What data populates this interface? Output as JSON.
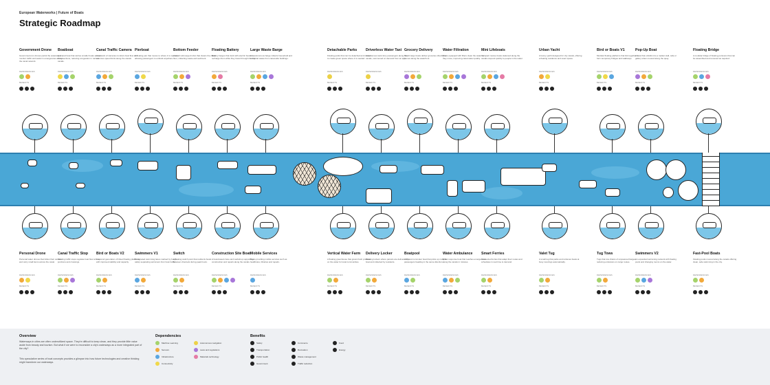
{
  "header": {
    "breadcrumb": "European Waterworks | Future of Boats",
    "title": "Strategic Roadmap"
  },
  "deps_label": "DEPENDENCIES",
  "benefits_label": "BENEFITS",
  "colors": {
    "ml": "#a5d36b",
    "sensors": "#f2a93b",
    "infra": "#5aa6e0",
    "connectivity": "#f0d84a",
    "nav": "#ecd147",
    "law": "#a877d9",
    "materials": "#e57ba5",
    "canal": "#4aa7d6",
    "circle_water": "#7cc6e8"
  },
  "top_concepts": [
    {
      "title": "Government Drone",
      "text": "Government-run drones patrol the waterways, monitor traffic and assist in emergencies across the canal network.",
      "deps": [
        "ml",
        "sensors"
      ]
    },
    {
      "title": "Boatboat",
      "text": "A shared boat that carries smaller boats across busy sections, reducing congestion in narrow canals.",
      "deps": [
        "connectivity",
        "infra",
        "ml"
      ]
    },
    {
      "title": "Canal Traffic Camera",
      "text": "A network of cameras monitors boat flow and enforces speed limits along the canals.",
      "deps": [
        "infra",
        "sensors",
        "ml"
      ]
    },
    {
      "title": "Pierboat",
      "text": "A floating pier that moves to where it is needed, allowing passengers to embark anywhere.",
      "deps": [
        "infra",
        "connectivity"
      ]
    },
    {
      "title": "Bottom Feeder",
      "text": "A small submerged robot that cleans the canal floor, collecting waste and sediment.",
      "deps": [
        "ml",
        "sensors",
        "law"
      ]
    },
    {
      "title": "Floating Battery",
      "text": "Battery barges that dock with electric boats to recharge them while they travel through the city.",
      "deps": [
        "sensors",
        "materials"
      ]
    },
    {
      "title": "Large Waste Barge",
      "text": "An autonomous barge collects household and industrial waste from canal-side buildings.",
      "deps": [
        "ml",
        "sensors",
        "infra",
        "law"
      ]
    },
    {
      "title": "Detachable Parks",
      "text": "Floating parks that can be detached and moved to create green space where it is needed.",
      "deps": [
        "nav"
      ]
    },
    {
      "title": "Driverless Water Taxi",
      "text": "Autonomous taxis ferry passengers along the canals, summoned on demand from an app.",
      "deps": [
        "nav"
      ]
    },
    {
      "title": "Grocery Delivery",
      "text": "Small cargo boats deliver groceries directly to homes along the waterfront.",
      "deps": [
        "law",
        "sensors",
        "ml"
      ]
    },
    {
      "title": "Water Filtration",
      "text": "Boats equipped with filters clean the water as they move, improving canal water quality.",
      "deps": [
        "ml",
        "sensors",
        "infra",
        "law"
      ]
    },
    {
      "title": "Mini Lifeboats",
      "text": "Compact rescue boats stationed along the canals respond quickly to people in the water.",
      "deps": [
        "ml",
        "sensors",
        "infra",
        "materials"
      ]
    },
    {
      "title": "Urban Yacht",
      "text": "A luxury yacht designed for city canals, offering a floating residence and event space.",
      "deps": [
        "sensors",
        "connectivity"
      ]
    },
    {
      "title": "Bird or Boats V1",
      "text": "Modular floating platforms that link together to form temporary bridges and walkways.",
      "deps": [
        "ml",
        "connectivity",
        "infra"
      ]
    },
    {
      "title": "Pop-Up Boat",
      "text": "A boat that unfolds into a market stall, cafe or gallery when moored along the quay.",
      "deps": [
        "law",
        "sensors",
        "ml"
      ]
    },
    {
      "title": "Floating Bridge",
      "text": "A modular bridge of floating pontoons that can be assembled and removed as required.",
      "deps": [
        "ml",
        "infra",
        "materials"
      ]
    }
  ],
  "bottom_concepts": [
    {
      "title": "Personal Drone",
      "text": "Personal water drones that follow their owners and carry small items across the canal.",
      "deps": [
        "sensors",
        "connectivity"
      ]
    },
    {
      "title": "Canal Traffic Stop",
      "text": "Floating traffic stops regulate boat flow at busy junctions and crossings.",
      "deps": [
        "ml",
        "sensors",
        "law"
      ]
    },
    {
      "title": "Bird or Boats V2",
      "text": "A second generation of linked floating platforms with improved stability and capacity.",
      "deps": [
        "ml",
        "sensors"
      ]
    },
    {
      "title": "Swimmers V1",
      "text": "Designated swimming lanes marked by buoys, safely separating swimmers from boat traffic.",
      "deps": [
        "infra",
        "sensors"
      ]
    },
    {
      "title": "Switch",
      "text": "A floating switch point that redirects boats between channels during peak hours.",
      "deps": [
        "ml",
        "sensors"
      ]
    },
    {
      "title": "Construction Site Boat",
      "text": "A boat-based crane and workshop supporting construction and repairs along the canals.",
      "deps": [
        "ml",
        "sensors",
        "infra",
        "law"
      ]
    },
    {
      "title": "Mobile Services",
      "text": "Boats providing mobile services such as healthcare, libraries and repairs.",
      "deps": [
        "infra"
      ]
    },
    {
      "title": "Vertical Water Farm",
      "text": "A floating greenhouse that grows fresh produce on the water for local communities.",
      "deps": [
        "ml",
        "sensors"
      ]
    },
    {
      "title": "Delivery Locker",
      "text": "Floating lockers where parcels are delivered by boat and collected by residents.",
      "deps": [
        "ml",
        "sensors"
      ]
    },
    {
      "title": "Boatpool",
      "text": "A shared commuter boat that picks up multiple passengers heading in the same direction.",
      "deps": [
        "infra",
        "ml"
      ]
    },
    {
      "title": "Water Ambulance",
      "text": "A fast response boat that reaches emergencies along the canals in minutes.",
      "deps": [
        "infra",
        "sensors",
        "ml"
      ]
    },
    {
      "title": "Smart Ferries",
      "text": "Connected ferries that adapt their routes and schedules in real time to demand.",
      "deps": [
        "ml",
        "sensors"
      ]
    },
    {
      "title": "Valet Tug",
      "text": "A small tug that parks and retrieves boats at busy moorings automatically.",
      "deps": [
        "ml",
        "sensors"
      ]
    },
    {
      "title": "Tug Tows",
      "text": "Tugs that tow chains of unpowered barges, reducing emissions on cargo routes.",
      "deps": [
        "ml",
        "sensors"
      ]
    },
    {
      "title": "Swimmers V2",
      "text": "An expanded swimming network with floating pools and changing rooms on the water.",
      "deps": [
        "ml",
        "infra",
        "law"
      ]
    },
    {
      "title": "Fast-Pool Boats",
      "text": "Floating pools moored along the canals offering clean, safe swimming in the city.",
      "deps": [
        "ml",
        "sensors"
      ]
    }
  ],
  "overview": {
    "title": "Overview",
    "p1": "Waterways in cities are often underutilized space. They're difficult to keep clean, and they provide little value aside from beauty and tourism. But what if we were to reconsider a city's waterways as a more integrated part of the city?",
    "p2": "This speculative series of boat concepts provides a glimpse into how future technologies and creative thinking might transform our waterways."
  },
  "dependencies": {
    "title": "Dependencies",
    "items": [
      {
        "key": "ml",
        "label": "Machine Learning"
      },
      {
        "key": "sensors",
        "label": "Sensors"
      },
      {
        "key": "infra",
        "label": "Infrastructure"
      },
      {
        "key": "connectivity",
        "label": "Connectivity"
      },
      {
        "key": "nav",
        "label": "Autonomous navigation"
      },
      {
        "key": "law",
        "label": "Laws and regulations"
      },
      {
        "key": "materials",
        "label": "Materials technology"
      }
    ]
  },
  "benefits": {
    "title": "Benefits",
    "items": [
      "Safety",
      "Transportation",
      "Public health",
      "Government",
      "Commerce",
      "Recreation",
      "Waste management",
      "Traffic reduction",
      "Food",
      "Energy"
    ]
  }
}
